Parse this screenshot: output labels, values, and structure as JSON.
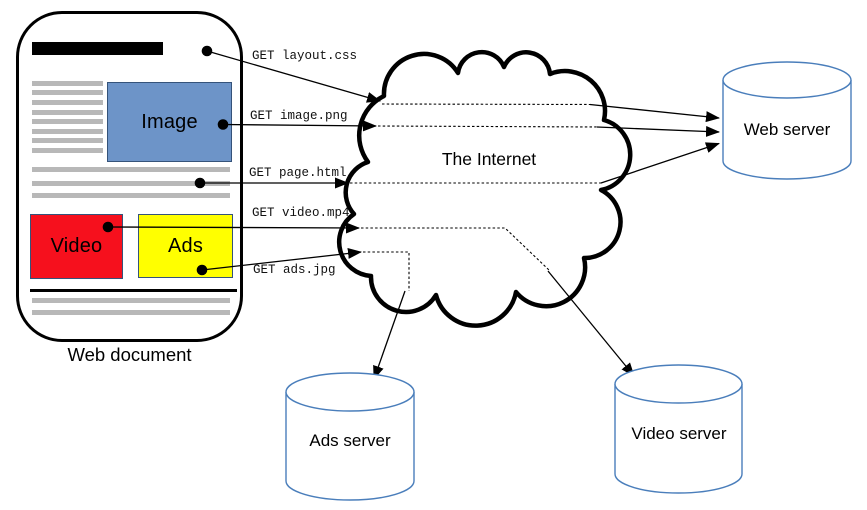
{
  "document": {
    "label": "Web document",
    "boxes": {
      "image": "Image",
      "video": "Video",
      "ads": "Ads"
    }
  },
  "cloud": {
    "label": "The Internet"
  },
  "servers": {
    "web": "Web server",
    "ads": "Ads server",
    "video": "Video server"
  },
  "requests": [
    "GET layout.css",
    "GET image.png",
    "GET page.html",
    "GET video.mp4",
    "GET ads.jpg"
  ],
  "colors": {
    "image_fill": "#6d94c8",
    "video_fill": "#f6101d",
    "ads_fill": "#ffff00",
    "box_border": "#35537a",
    "cylinder_stroke": "#4a7ebb",
    "placeholder_gray": "#b8b8b8",
    "line_black": "#000000"
  }
}
